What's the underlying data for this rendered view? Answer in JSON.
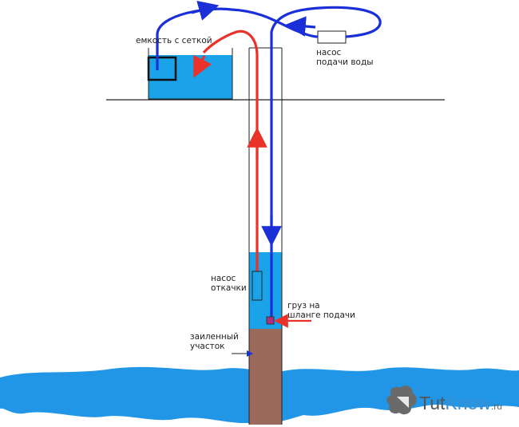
{
  "labels": {
    "tank": "емкость с сеткой",
    "feed_pump": "насос\nподачи воды",
    "pump_out": "насос\nоткачки",
    "weight": "груз на\nшланге подачи",
    "silted": "заиленный\nучасток"
  },
  "brand": {
    "name_part1": "Tut",
    "name_part2": "Know",
    "tld": ".ru"
  },
  "colors": {
    "water": "#1aa3e8",
    "ground_water": "#2196e6",
    "silt": "#9b6a5c",
    "supply_hose": "#1a2fd8",
    "return_hose": "#e8322a",
    "outline": "#222222"
  },
  "icons": [
    "logo-icon",
    "arrow-icon"
  ]
}
